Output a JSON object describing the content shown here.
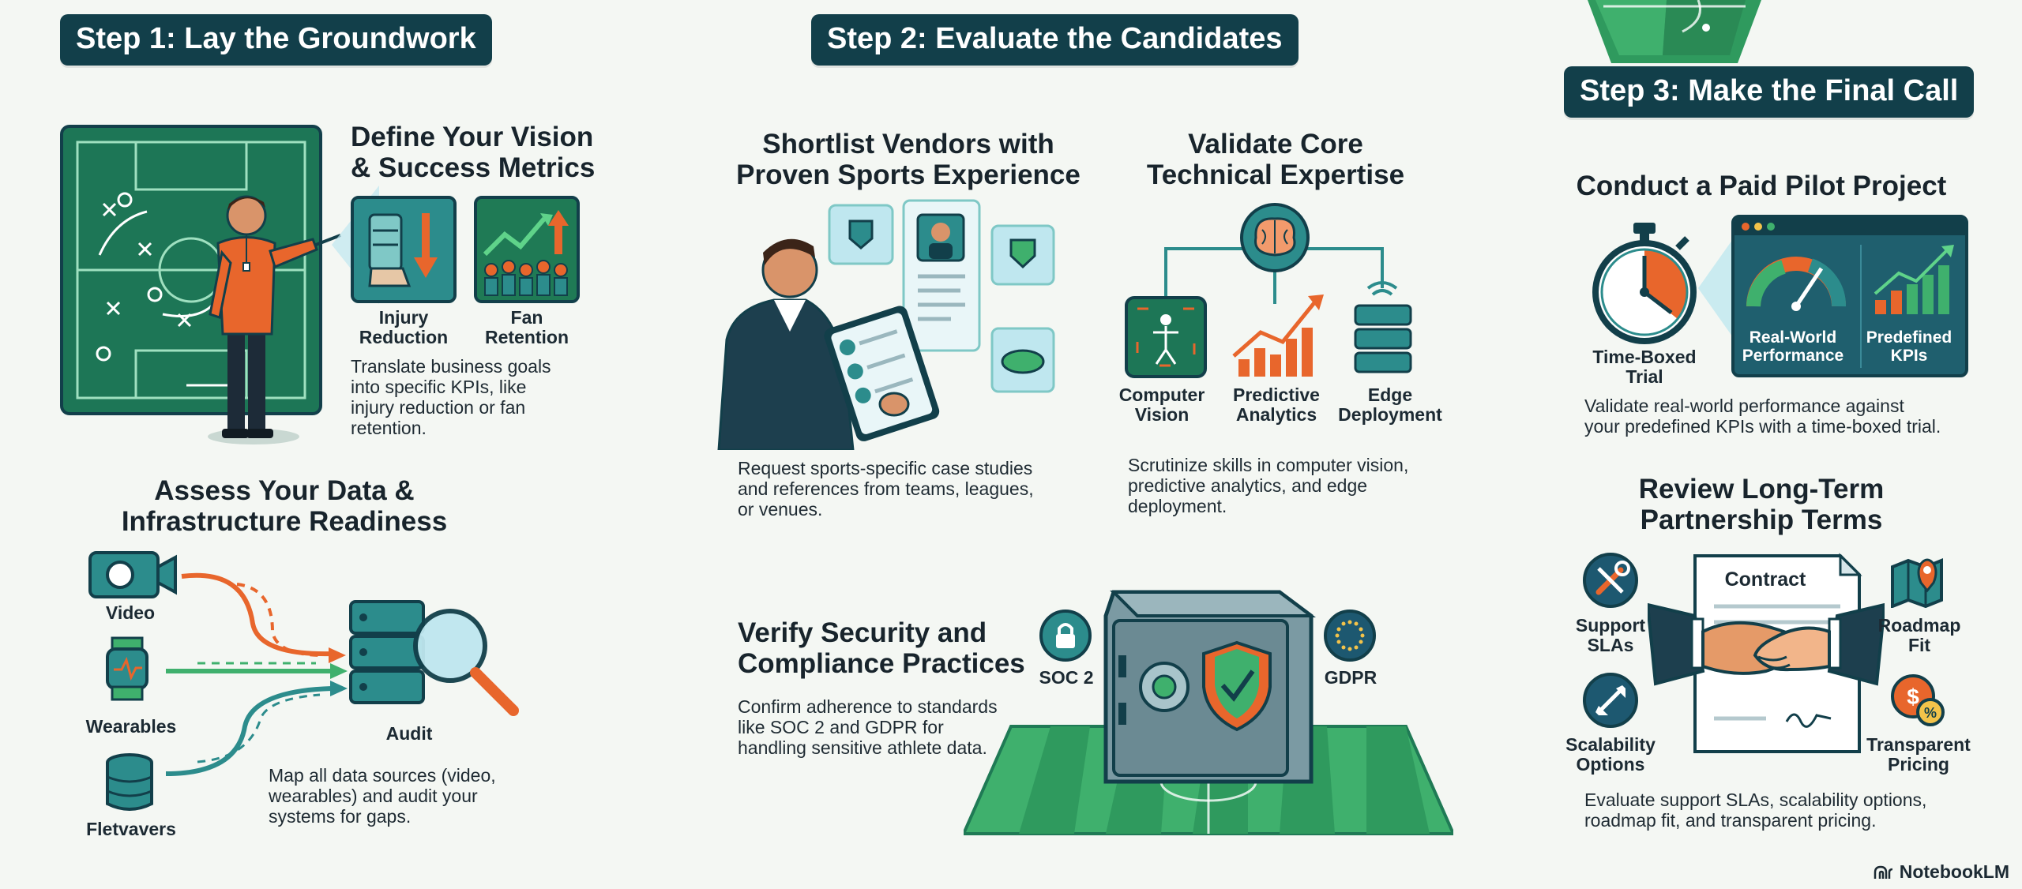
{
  "step1": {
    "badge": "Step 1: Lay the Groundwork",
    "vision": {
      "heading_line1": "Define Your Vision",
      "heading_line2": "& Success Metrics",
      "tile1_line1": "Injury",
      "tile1_line2": "Reduction",
      "tile2_line1": "Fan",
      "tile2_line2": "Retention",
      "body_line1": "Translate business goals",
      "body_line2": "into specific KPIs, like",
      "body_line3": "injury reduction or fan",
      "body_line4": "retention."
    },
    "data": {
      "heading_line1": "Assess Your Data &",
      "heading_line2": "Infrastructure Readiness",
      "source1": "Video",
      "source2": "Wearables",
      "source3": "Fletvavers",
      "target": "Audit",
      "body_line1": "Map all data sources (video,",
      "body_line2": "wearables) and audit your",
      "body_line3": "systems for gaps."
    }
  },
  "step2": {
    "badge": "Step 2: Evaluate the Candidates",
    "vendors": {
      "heading_line1": "Shortlist Vendors with",
      "heading_line2": "Proven Sports Experience",
      "body_line1": "Request sports-specific case studies",
      "body_line2": "and references from teams, leagues,",
      "body_line3": "or venues."
    },
    "technical": {
      "heading_line1": "Validate Core",
      "heading_line2": "Technical Expertise",
      "item1_line1": "Computer",
      "item1_line2": "Vision",
      "item2_line1": "Predictive",
      "item2_line2": "Analytics",
      "item3_line1": "Edge",
      "item3_line2": "Deployment",
      "body_line1": "Scrutinize skills in computer vision,",
      "body_line2": "predictive analytics, and edge",
      "body_line3": "deployment."
    },
    "security": {
      "heading_line1": "Verify Security and",
      "heading_line2": "Compliance Practices",
      "badge1": "SOC 2",
      "badge2": "GDPR",
      "body_line1": "Confirm adherence to standards",
      "body_line2": "like SOC 2 and GDPR for",
      "body_line3": "handling sensitive athlete data."
    }
  },
  "step3": {
    "badge": "Step 3: Make the Final Call",
    "pilot": {
      "heading": "Conduct a Paid Pilot Project",
      "timer_line1": "Time-Boxed",
      "timer_line2": "Trial",
      "panel1_line1": "Real-World",
      "panel1_line2": "Performance",
      "panel2_line1": "Predefined",
      "panel2_line2": "KPIs",
      "body_line1": "Validate real-world performance against",
      "body_line2": "your predefined KPIs with a time-boxed trial."
    },
    "partnership": {
      "heading_line1": "Review Long-Term",
      "heading_line2": "Partnership Terms",
      "contract": "Contract",
      "item1_line1": "Support",
      "item1_line2": "SLAs",
      "item2_line1": "Roadmap",
      "item2_line2": "Fit",
      "item3_line1": "Scalability",
      "item3_line2": "Options",
      "item4_line1": "Transparent",
      "item4_line2": "Pricing",
      "body_line1": "Evaluate support SLAs, scalability options,",
      "body_line2": "roadmap fit, and transparent pricing."
    }
  },
  "footer": {
    "brand": "NotebookLM"
  },
  "colors": {
    "navy": "#123f4a",
    "pitch_dark": "#1f7a55",
    "pitch_light": "#4caf6a",
    "orange": "#e8662c",
    "teal": "#2c8c8c",
    "ice": "#bfe7ef"
  }
}
